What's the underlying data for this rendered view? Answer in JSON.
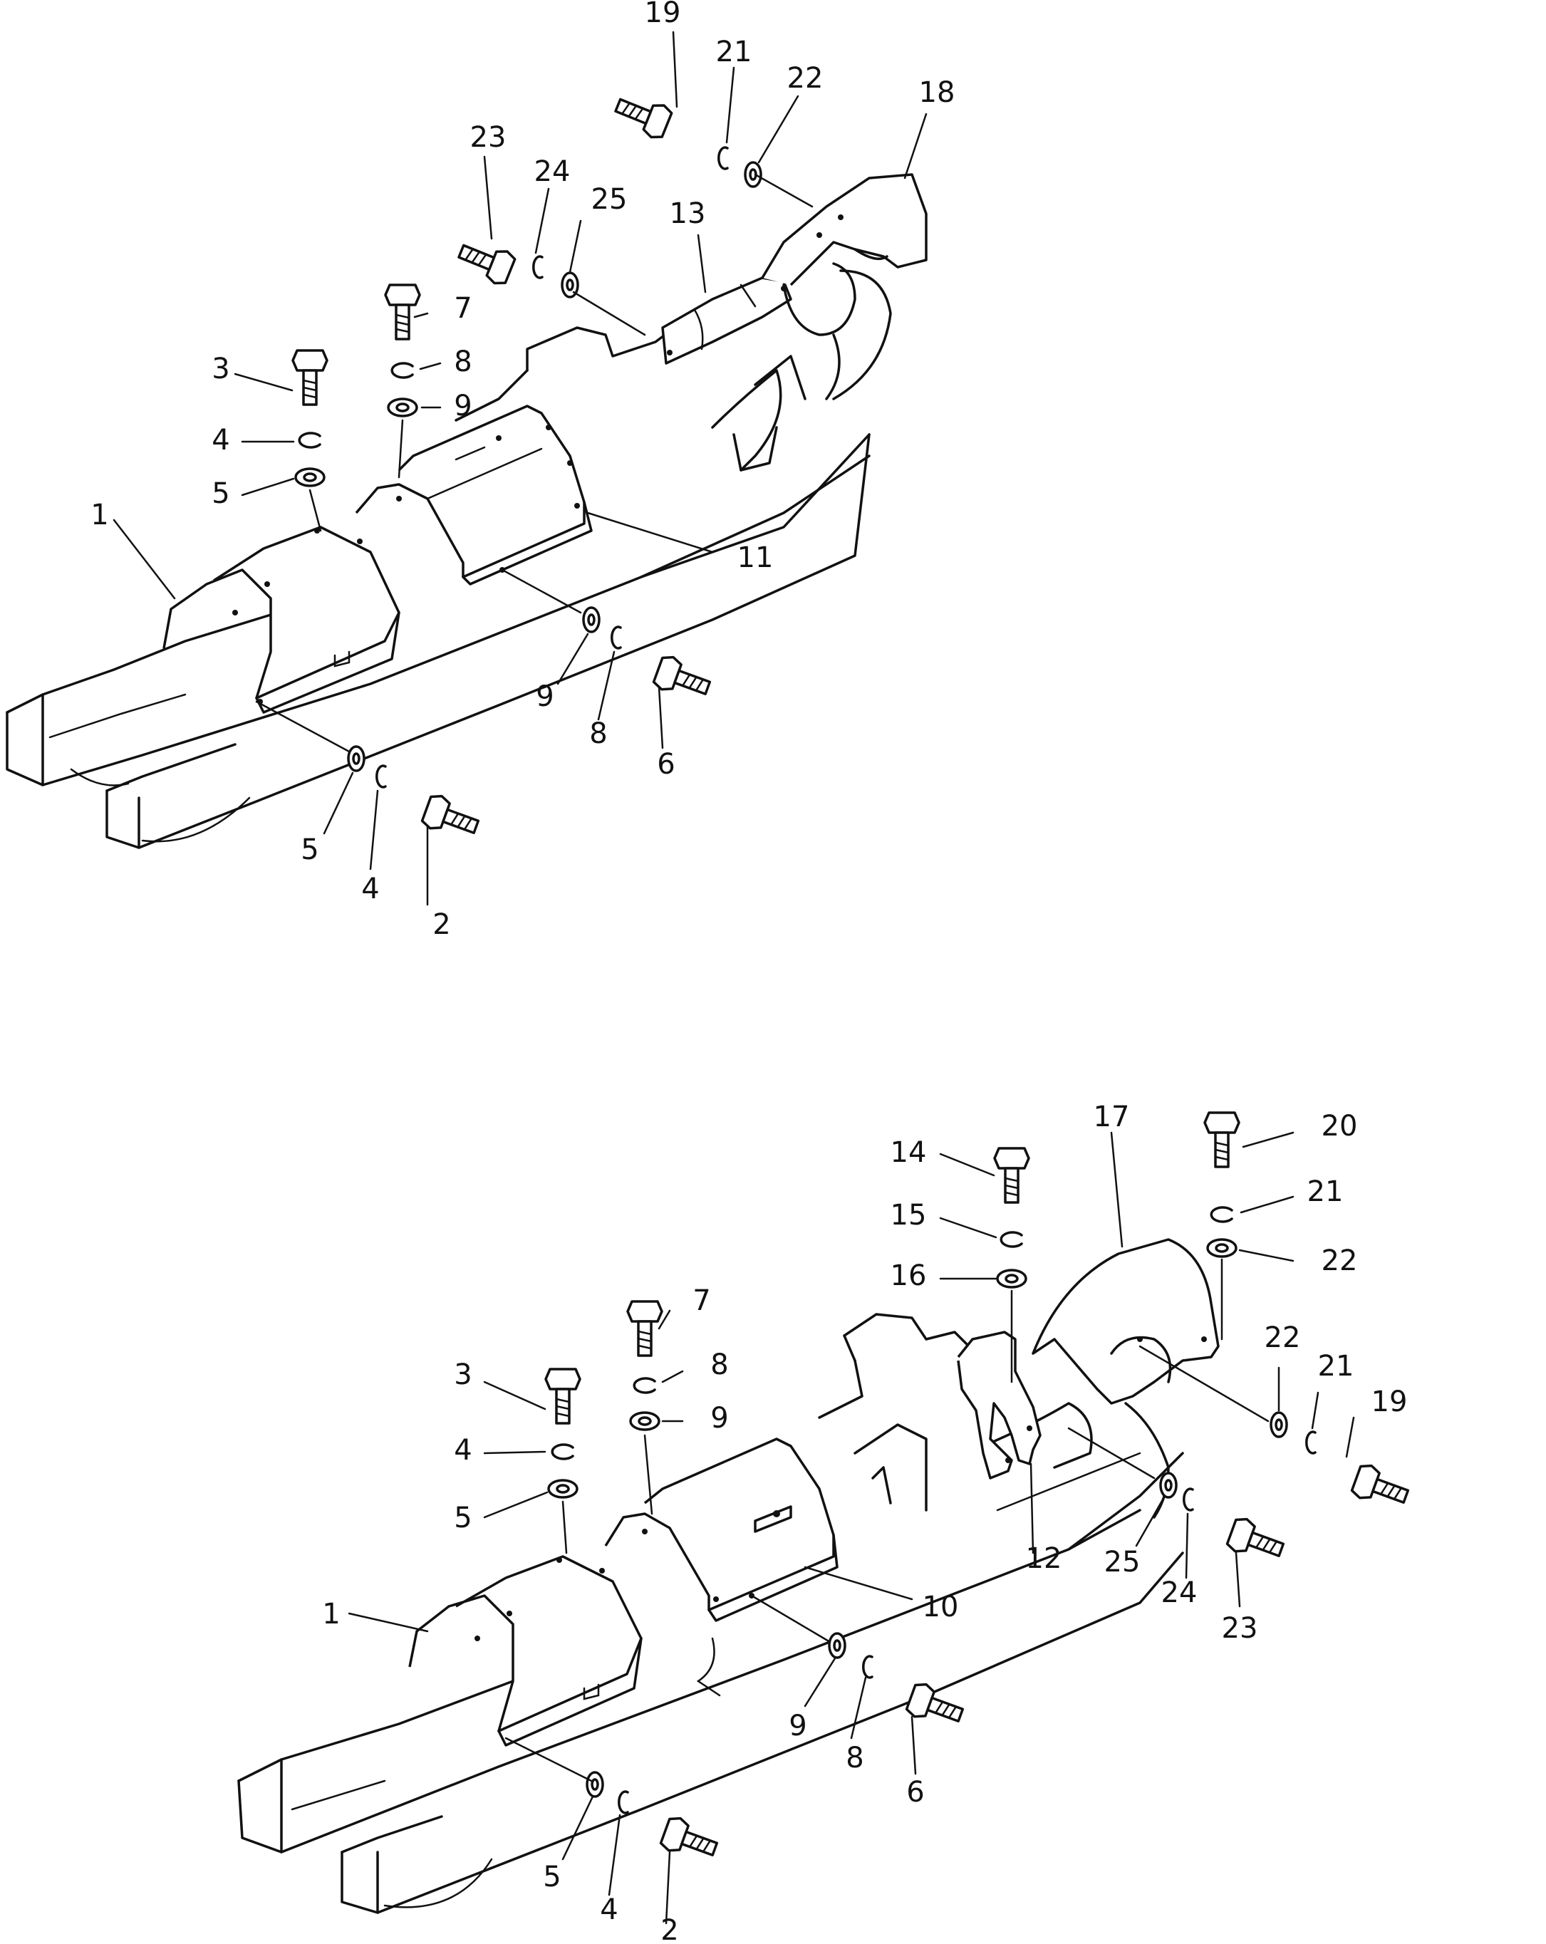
{
  "diagram": {
    "labels_top": [
      "19",
      "21",
      "22",
      "18",
      "23",
      "24",
      "25",
      "13",
      "7",
      "8",
      "9",
      "3",
      "4",
      "5",
      "1",
      "11",
      "9",
      "8",
      "6",
      "5",
      "4",
      "2"
    ],
    "labels_bottom": [
      "17",
      "20",
      "14",
      "21",
      "15",
      "22",
      "16",
      "7",
      "8",
      "9",
      "22",
      "21",
      "19",
      "3",
      "4",
      "5",
      "12",
      "25",
      "24",
      "23",
      "10",
      "1",
      "9",
      "8",
      "6",
      "5",
      "4",
      "2"
    ]
  }
}
